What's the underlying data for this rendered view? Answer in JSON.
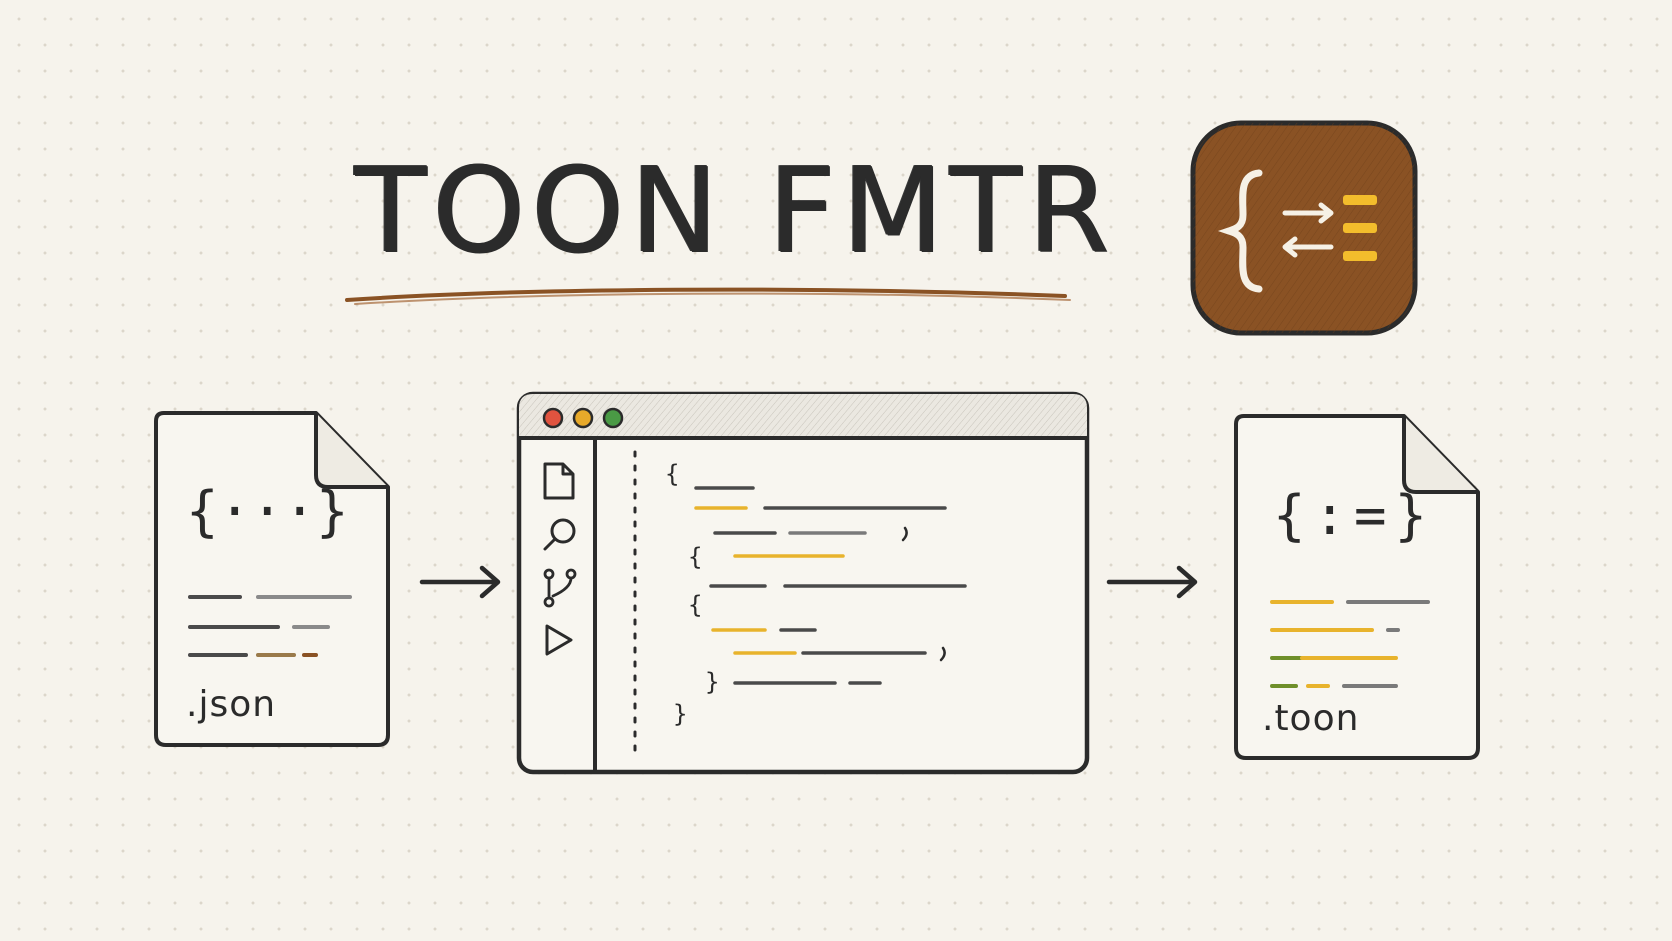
{
  "title": "TOON FMTR",
  "input_file": {
    "brace_text": "{···}",
    "extension": ".json"
  },
  "output_file": {
    "brace_text": "{:=}",
    "extension": ".toon"
  },
  "editor": {
    "window_buttons": [
      "close",
      "minimize",
      "maximize"
    ],
    "sidebar_icons": [
      "file-icon",
      "search-icon",
      "branch-icon",
      "run-icon"
    ],
    "code_open_brace": "{",
    "code_close_brace": "}"
  },
  "colors": {
    "ink": "#2b2b2b",
    "accent_brown": "#8a5224",
    "accent_yellow": "#e8b32c",
    "accent_green": "#6f8f2a",
    "traffic_red": "#e0533f",
    "traffic_yellow": "#e7a92a",
    "traffic_green": "#4a9a45"
  }
}
